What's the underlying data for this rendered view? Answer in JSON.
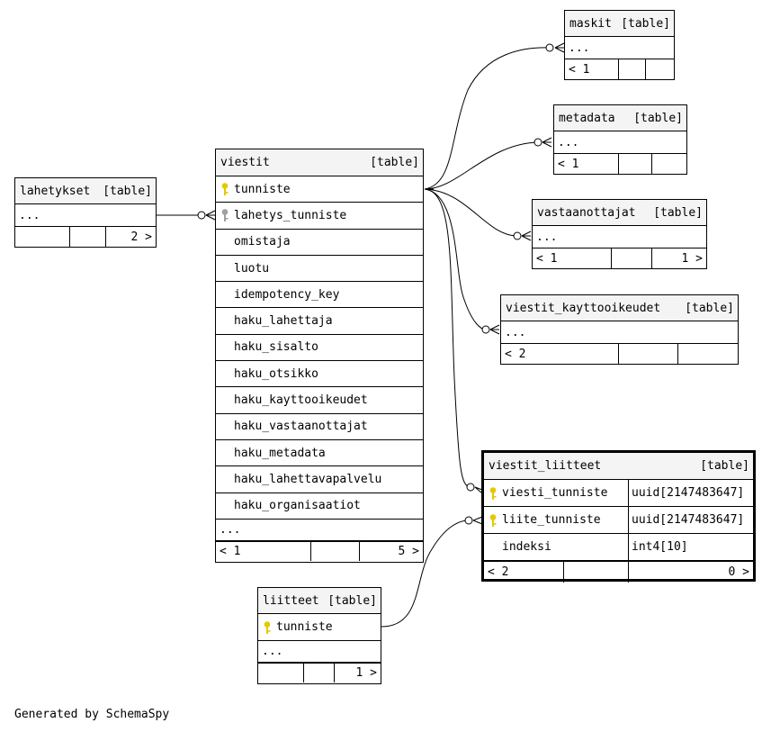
{
  "tables": {
    "maskit": {
      "name": "maskit",
      "type": "[table]",
      "ellipsis": "...",
      "foot_left": "< 1",
      "foot_right": ""
    },
    "metadata": {
      "name": "metadata",
      "type": "[table]",
      "ellipsis": "...",
      "foot_left": "< 1",
      "foot_right": ""
    },
    "vastaanottajat": {
      "name": "vastaanottajat",
      "type": "[table]",
      "ellipsis": "...",
      "foot_left": "< 1",
      "foot_right": "1 >"
    },
    "viestit_kayttooikeudet": {
      "name": "viestit_kayttooikeudet",
      "type": "[table]",
      "ellipsis": "...",
      "foot_left": "< 2",
      "foot_right": ""
    },
    "lahetykset": {
      "name": "lahetykset",
      "type": "[table]",
      "ellipsis": "...",
      "foot_left": "",
      "foot_right": "2 >"
    },
    "viestit": {
      "name": "viestit",
      "type": "[table]",
      "columns": [
        "tunniste",
        "lahetys_tunniste",
        "omistaja",
        "luotu",
        "idempotency_key",
        "haku_lahettaja",
        "haku_sisalto",
        "haku_otsikko",
        "haku_kayttooikeudet",
        "haku_vastaanottajat",
        "haku_metadata",
        "haku_lahettavapalvelu",
        "haku_organisaatiot"
      ],
      "ellipsis": "...",
      "foot_left": "< 1",
      "foot_right": "5 >"
    },
    "viestit_liitteet": {
      "name": "viestit_liitteet",
      "type": "[table]",
      "columns": [
        {
          "name": "viesti_tunniste",
          "datatype": "uuid[2147483647]"
        },
        {
          "name": "liite_tunniste",
          "datatype": "uuid[2147483647]"
        },
        {
          "name": "indeksi",
          "datatype": "int4[10]"
        }
      ],
      "foot_left": "< 2",
      "foot_right": "0 >"
    },
    "liitteet": {
      "name": "liitteet",
      "type": "[table]",
      "columns": [
        "tunniste"
      ],
      "ellipsis": "...",
      "foot_left": "",
      "foot_right": "1 >"
    }
  },
  "icons": {
    "primary_key": "key-icon-gold",
    "foreign_key": "key-icon-gray"
  },
  "colors": {
    "primary_key": "#e6c800",
    "foreign_key": "#a0a0a0",
    "header_bg": "#f4f4f4"
  },
  "footer": {
    "caption": "Generated by SchemaSpy"
  }
}
